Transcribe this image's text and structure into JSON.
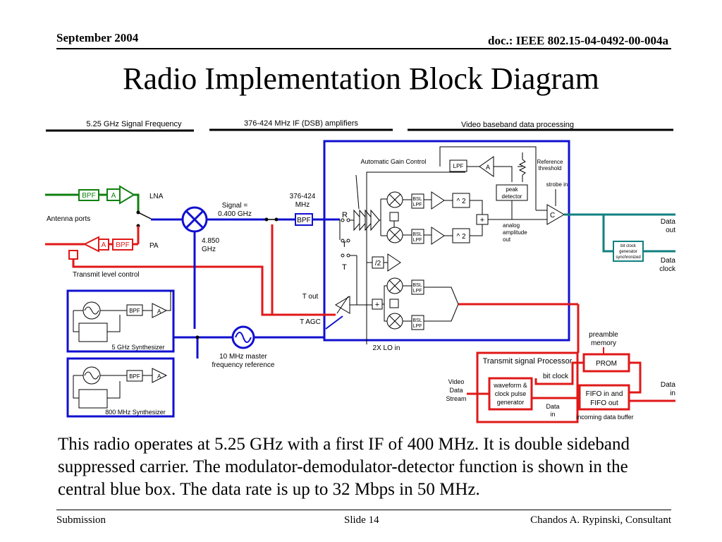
{
  "header": {
    "date": "September 2004",
    "doc_id": "doc.: IEEE 802.15-04-0492-00-004a"
  },
  "title": "Radio Implementation Block Diagram",
  "diagram": {
    "sections": {
      "rf": "5.25 GHz Signal Frequency",
      "if": "376-424 MHz IF (DSB) amplifiers",
      "video": "Video baseband data processing"
    },
    "labels": {
      "bpf": "BPF",
      "amp_a": "A",
      "lna": "LNA",
      "pa": "PA",
      "antenna_ports": "Antenna ports",
      "transmit_level_control": "Transmit level control",
      "signal_1": "Signal =",
      "signal_2": "0.400 GHz",
      "if_1": "376-424",
      "if_2": "MHz",
      "lo_1": "4.850",
      "lo_2": "GHz",
      "agc": "Automatic Gain Control",
      "lpf": "LPF",
      "reference_1": "Reference",
      "reference_2": "threshold",
      "strobe_in": "strobe in",
      "peak_1": "peak",
      "peak_2": "detector",
      "bsl": "BSL",
      "lpf_short": "LPF",
      "square": "^ 2",
      "plus": "+",
      "comparator": "C",
      "analog_1": "analog",
      "analog_2": "amplitude",
      "analog_3": "out",
      "r": "R",
      "t": "T",
      "div2": "/2",
      "t_out": "T out",
      "t_agc": "T AGC",
      "lo_in": "2X LO in",
      "data_out_1": "Data",
      "data_out_2": "out",
      "bit_clock_gen_1": "bit clock",
      "bit_clock_gen_2": "generator",
      "bit_clock_gen_3": "synchronized",
      "data_clock_1": "Data",
      "data_clock_2": "clock",
      "synth_5ghz": "5 GHz Synthesizer",
      "synth_800": "800 MHz Synthesizer",
      "master_ref_1": "10 MHz master",
      "master_ref_2": "frequency reference",
      "preamble_1": "preamble",
      "preamble_2": "memory",
      "tsp": "Transmit signal Processor",
      "prom": "PROM",
      "bit_clock": "bit clock",
      "video_1": "Video",
      "video_2": "Data",
      "video_3": "Stream",
      "waveform_1": "waveform &",
      "waveform_2": "clock pulse",
      "waveform_3": "generator",
      "fifo_1": "FIFO in and",
      "fifo_2": "FIFO out",
      "data_in_1": "Data",
      "data_in_2": "in",
      "data_in_r1": "Data",
      "data_in_r2": "in",
      "incoming_buffer": "incoming data buffer"
    }
  },
  "caption": "This radio operates at 5.25 GHz with a first IF of 400 MHz.  It is double sideband suppressed carrier.  The modulator-demodulator-detector function is shown in the central blue box. The data rate is up to 32 Mbps in 50 MHz.",
  "footer": {
    "left": "Submission",
    "slide": "Slide 14",
    "author": "Chandos A. Rypinski, Consultant"
  },
  "colors": {
    "blue": "#1010d0",
    "red": "#e01818",
    "green": "#108010",
    "teal": "#108080"
  }
}
